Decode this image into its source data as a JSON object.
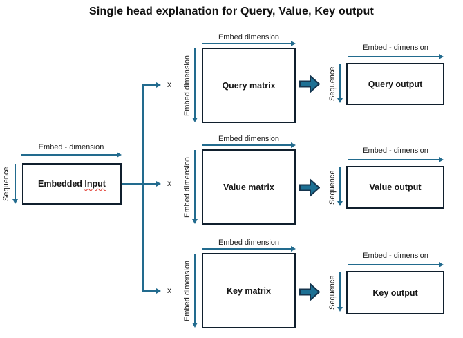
{
  "title": "Single head explanation for Query, Value, Key output",
  "multiply_symbol": "x",
  "colors": {
    "arrow": "#226b8e",
    "block_fill": "#1d7094",
    "block_stroke": "#15344d",
    "border": "#101f2d",
    "text": "#1f1f1f"
  },
  "input": {
    "top_label": "Embed - dimension",
    "side_label": "Sequence",
    "label": "Embedded Input",
    "label_words": [
      "Embedded",
      "Input"
    ]
  },
  "rows": [
    {
      "key": "query",
      "matrix": {
        "top_label": "Embed dimension",
        "side_label": "Embed dimension",
        "label": "Query matrix"
      },
      "output": {
        "top_label": "Embed - dimension",
        "side_label": "Sequence",
        "label": "Query output"
      }
    },
    {
      "key": "value",
      "matrix": {
        "top_label": "Embed dimension",
        "side_label": "Embed dimension",
        "label": "Value matrix"
      },
      "output": {
        "top_label": "Embed - dimension",
        "side_label": "Sequence",
        "label": "Value output"
      }
    },
    {
      "key": "key",
      "matrix": {
        "top_label": "Embed dimension",
        "side_label": "Embed dimension",
        "label": "Key matrix"
      },
      "output": {
        "top_label": "Embed - dimension",
        "side_label": "Sequence",
        "label": "Key output"
      }
    }
  ]
}
